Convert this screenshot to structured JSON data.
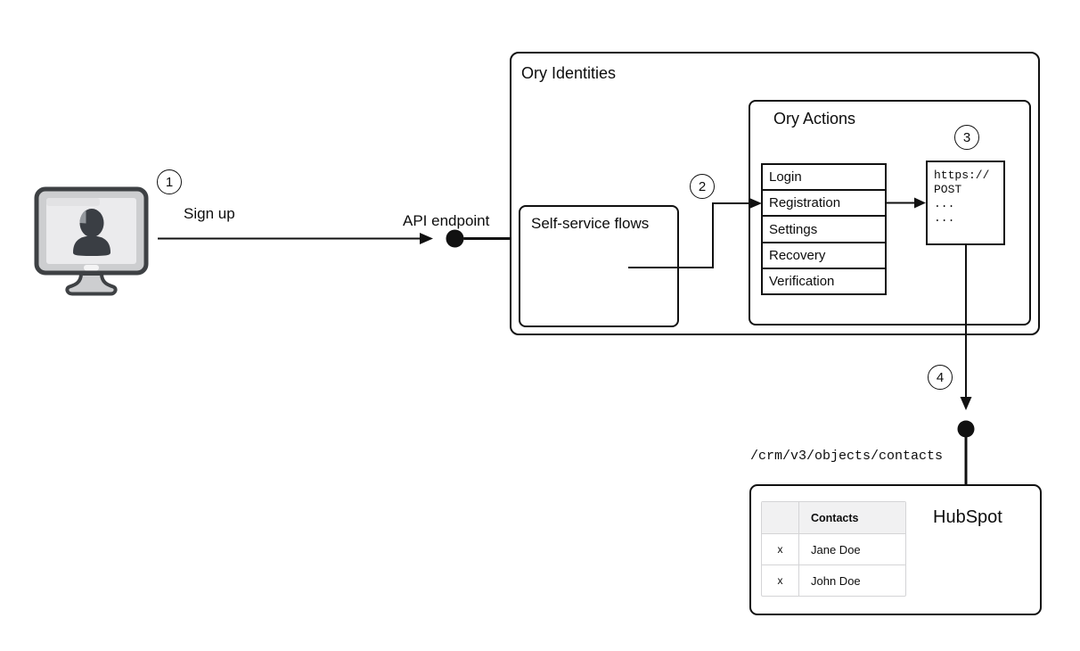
{
  "badges": {
    "step1": "1",
    "step2": "2",
    "step3": "3",
    "step4": "4"
  },
  "labels": {
    "sign_up": "Sign up",
    "api_endpoint": "API endpoint",
    "crm_endpoint": "/crm/v3/objects/contacts"
  },
  "ory_identities": {
    "title": "Ory Identities",
    "self_service_flows": {
      "title": "Self-service flows"
    },
    "ory_actions": {
      "title": "Ory Actions",
      "flows": [
        "Login",
        "Registration",
        "Settings",
        "Recovery",
        "Verification"
      ],
      "webhook": {
        "lines": [
          "https://",
          "POST",
          "...",
          "..."
        ]
      }
    }
  },
  "hubspot": {
    "title": "HubSpot",
    "contacts_table": {
      "corner": "",
      "header": "Contacts",
      "rows": [
        {
          "mark": "x",
          "name": "Jane Doe"
        },
        {
          "mark": "x",
          "name": "John Doe"
        }
      ]
    }
  },
  "icons": {
    "user_monitor": "user-on-monitor-icon"
  },
  "colors": {
    "line": "#111111",
    "monitor_frame": "#cdced0",
    "monitor_screen": "#ebebed",
    "silhouette": "#3a3e44",
    "table_header_bg": "#f1f1f2",
    "table_border": "#d4d4d6"
  }
}
